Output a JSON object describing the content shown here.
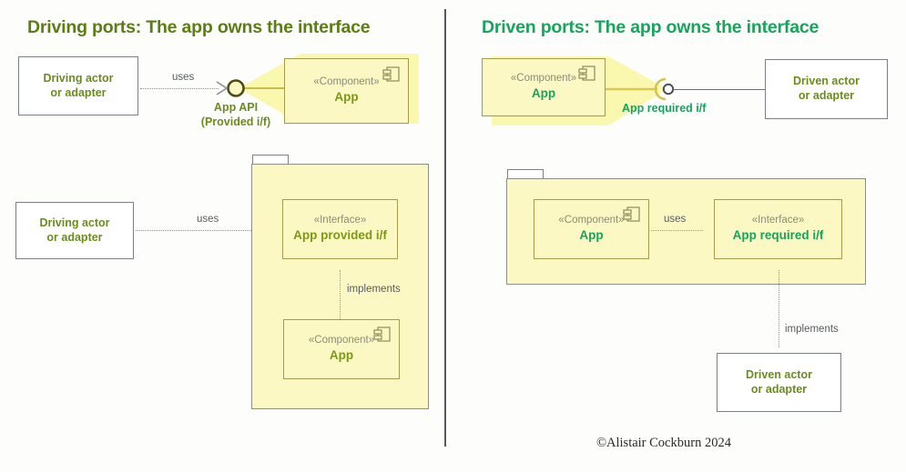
{
  "panels": {
    "left": {
      "title": "Driving ports: The app owns the interface",
      "title_color": "#5c7d13",
      "top": {
        "actor_line1": "Driving actor",
        "actor_line2": "or adapter",
        "uses_label": "uses",
        "port_label_line1": "App API",
        "port_label_line2": "(Provided i/f)",
        "component_stereotype": "«Component»",
        "component_name": "App"
      },
      "bottom": {
        "actor_line1": "Driving actor",
        "actor_line2": "or adapter",
        "uses_label": "uses",
        "interface_stereotype": "«Interface»",
        "interface_name": "App provided i/f",
        "implements_label": "implements",
        "component_stereotype": "«Component»",
        "component_name": "App"
      }
    },
    "right": {
      "title": "Driven ports: The app owns the interface",
      "title_color": "#18a45c",
      "top": {
        "component_stereotype": "«Component»",
        "component_name": "App",
        "port_label": "App required i/f",
        "actor_line1": "Driven actor",
        "actor_line2": "or adapter"
      },
      "bottom": {
        "component_stereotype": "«Component»",
        "component_name": "App",
        "uses_label": "uses",
        "interface_stereotype": "«Interface»",
        "interface_name": "App required i/f",
        "implements_label": "implements",
        "actor_line1": "Driven actor",
        "actor_line2": "or adapter"
      }
    }
  },
  "footer": {
    "copyright": "©Alistair Cockburn 2024"
  },
  "colors": {
    "olive_text": "#6b8b1f",
    "green_text": "#17a35c",
    "yellow_fill": "#fbf8c4",
    "yellow_border": "#a59a4a",
    "box_border": "#7a7f84",
    "connector": "#8a8d91",
    "glow": "#faf6a8"
  }
}
